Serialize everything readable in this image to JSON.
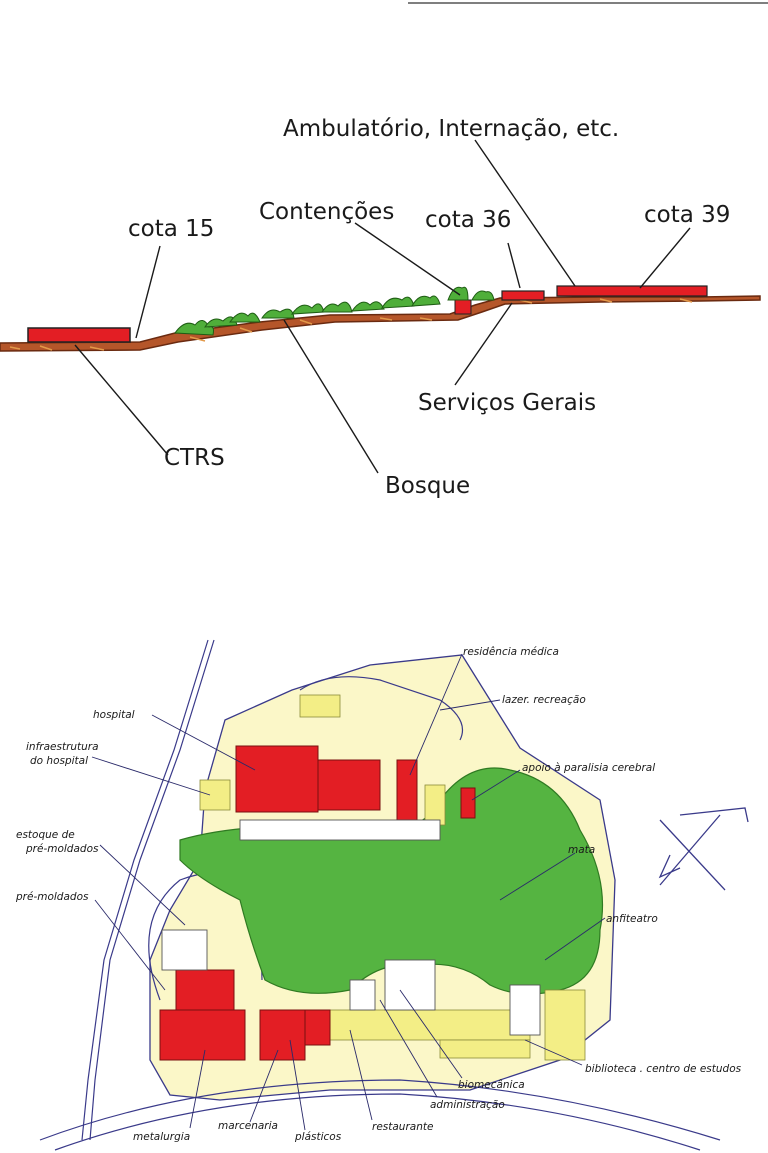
{
  "section": {
    "label_ambulatorio": "Ambulatório, Internação, etc.",
    "label_cota15": "cota 15",
    "label_contencoes": "Contenções",
    "label_cota36": "cota 36",
    "label_cota39": "cota 39",
    "label_servicos": "Serviços Gerais",
    "label_ctrs": "CTRS",
    "label_bosque": "Bosque"
  },
  "plan": {
    "label_residencia": "residência médica",
    "label_lazer": "lazer. recreação",
    "label_hospital": "hospital",
    "label_infra_1": "infraestrutura",
    "label_infra_2": "do hospital",
    "label_apoio": "apoio à paralisia cerebral",
    "label_estoque_1": "estoque de",
    "label_estoque_2": "pré-moldados",
    "label_mata": "mata",
    "label_premoldados": "pré-moldados",
    "label_anfiteatro": "anfiteatro",
    "label_biblioteca": "biblioteca . centro de estudos",
    "label_biomecanica": "biomecânica",
    "label_administracao": "administração",
    "label_metalurgia": "metalurgia",
    "label_marcenaria": "marcenaria",
    "label_plasticos": "plásticos",
    "label_restaurante": "restaurante"
  },
  "colors": {
    "building_red": "#e31e24",
    "vegetation_green": "#4fae3a",
    "yellow_fill": "#f3ee86",
    "ground_brown": "#9a4a1c",
    "ink": "#1a1a1a",
    "road_line": "#3a3a8a"
  }
}
